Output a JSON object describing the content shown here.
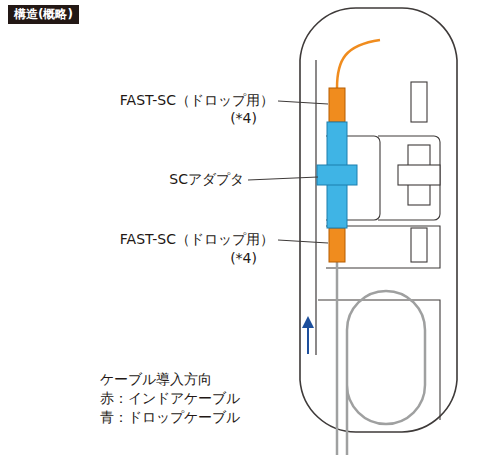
{
  "diagram": {
    "nodes": [
      {
        "text": [
          "構造(概略)"
        ]
      }
    ],
    "edges": [],
    "labels": [
      "FAST-SC（ドロップ用）",
      "(*4)",
      "SCアダプタ",
      "FAST-SC（ドロップ用）",
      "(*4)",
      "ケーブル導入方向",
      "赤：インドアケーブル",
      "青：ドロップケーブル"
    ]
  }
}
